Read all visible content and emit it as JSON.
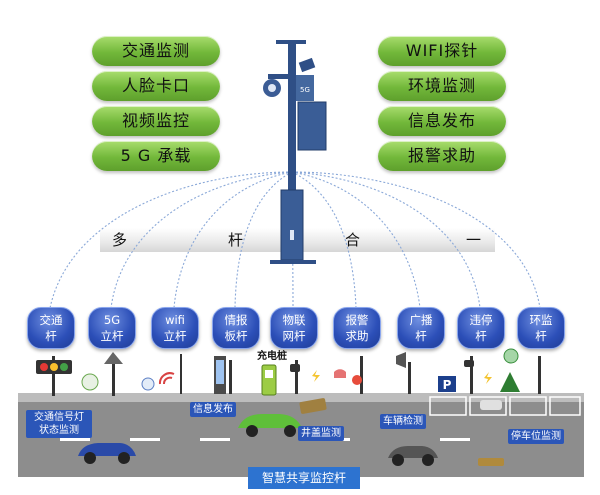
{
  "left_features": [
    "交通监测",
    "人脸卡口",
    "视频监控",
    "5 G 承载"
  ],
  "right_features": [
    "WIFI探针",
    "环境监测",
    "信息发布",
    "报警求助"
  ],
  "band_chars": [
    "多",
    "杆",
    "合",
    "一"
  ],
  "pole_modules": [
    [
      "交通",
      "杆"
    ],
    [
      "5G",
      "立杆"
    ],
    [
      "wifi",
      "立杆"
    ],
    [
      "情报",
      "板杆"
    ],
    [
      "物联",
      "网杆"
    ],
    [
      "报警",
      "求助"
    ],
    [
      "广播",
      "杆"
    ],
    [
      "违停",
      "杆"
    ],
    [
      "环监",
      "杆"
    ]
  ],
  "scene_labels": {
    "traffic_light": "交通信号灯\n状态监测",
    "info_publish": "信息发布",
    "charging": "充电桩",
    "manhole": "井盖监测",
    "vehicle_detect": "车辆检测",
    "parking": "停车位监测",
    "parking_sign": "P",
    "pole_badge": "5G"
  },
  "bottom_title": "智慧共享监控杆",
  "colors": {
    "pill": "#72b83a",
    "bubble": "#2c4fb8",
    "tag": "#2b56b8",
    "road": "#8c8c8c",
    "title": "#2d73d0"
  }
}
